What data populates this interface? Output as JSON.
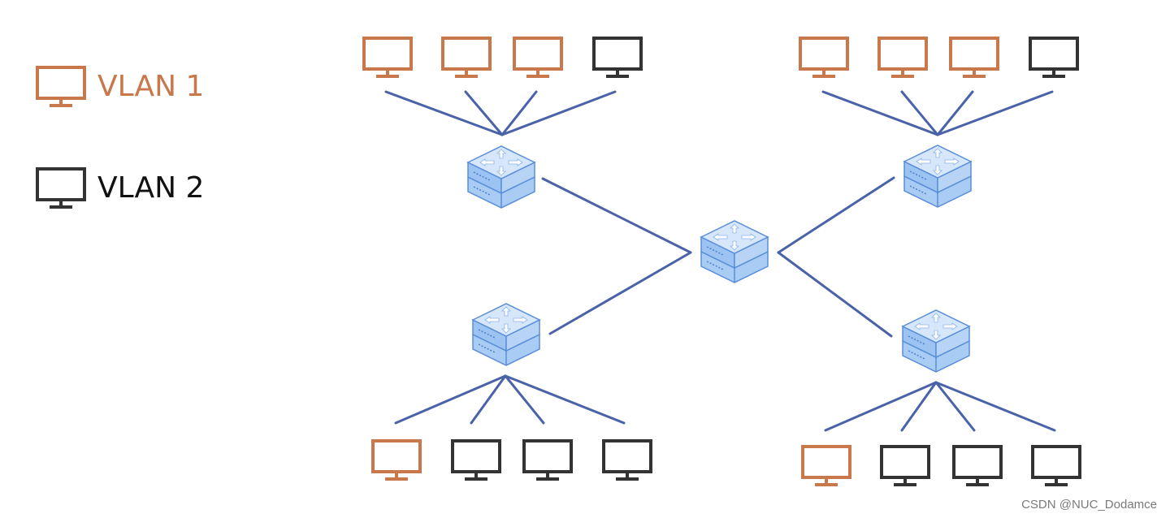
{
  "legend": {
    "vlan1": {
      "label": "VLAN 1",
      "color": "#c8784a"
    },
    "vlan2": {
      "label": "VLAN 2",
      "color": "#333333"
    }
  },
  "colors": {
    "link": "#4a62a8",
    "switch_top": "#cfe2fb",
    "switch_side": "#9cc3f2",
    "switch_stroke": "#5a8ed8"
  },
  "icons": {
    "host": "monitor-icon",
    "switch": "switch-icon"
  },
  "topology": {
    "core_switch": "core-switch",
    "access_switches": [
      {
        "id": "switch-top-left",
        "hosts": [
          "vlan1",
          "vlan1",
          "vlan1",
          "vlan2"
        ]
      },
      {
        "id": "switch-top-right",
        "hosts": [
          "vlan1",
          "vlan1",
          "vlan1",
          "vlan2"
        ]
      },
      {
        "id": "switch-bottom-left",
        "hosts": [
          "vlan1",
          "vlan2",
          "vlan2",
          "vlan2"
        ]
      },
      {
        "id": "switch-bottom-right",
        "hosts": [
          "vlan1",
          "vlan2",
          "vlan2",
          "vlan2"
        ]
      }
    ]
  },
  "watermark": "CSDN @NUC_Dodamce"
}
